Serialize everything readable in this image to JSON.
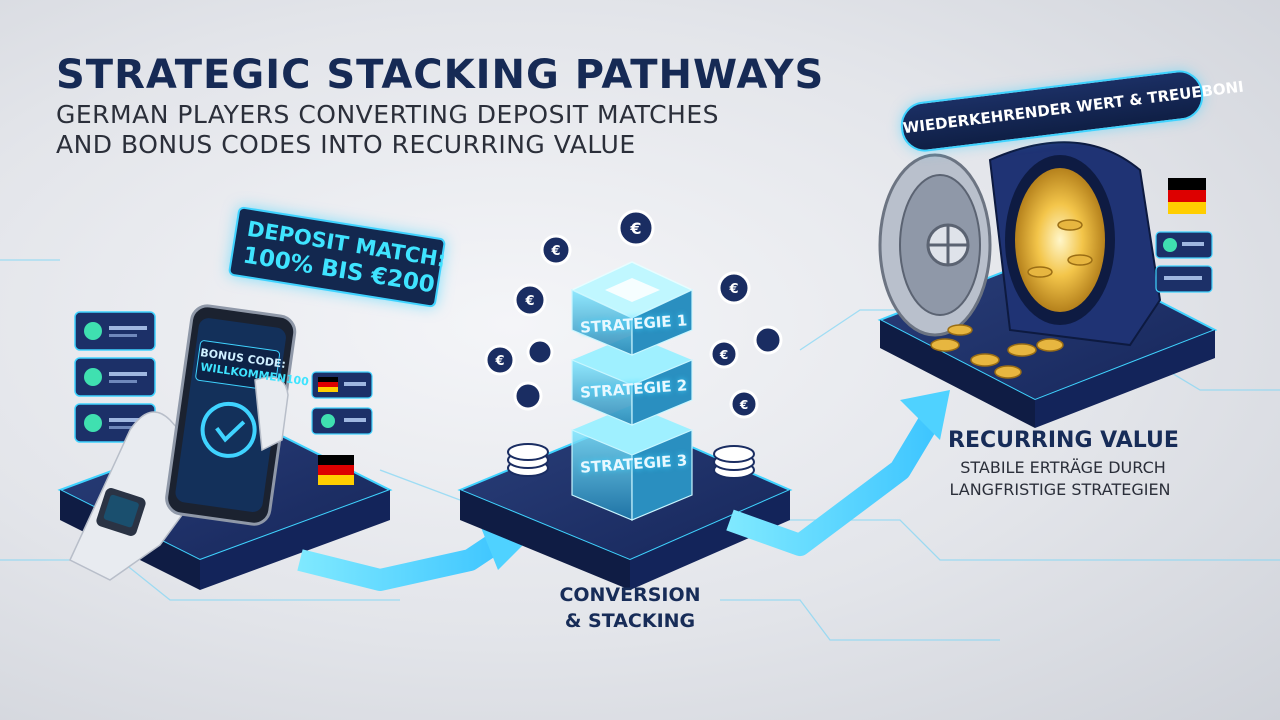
{
  "header": {
    "title": "STRATEGIC STACKING PATHWAYS",
    "subtitle_line1": "GERMAN PLAYERS CONVERTING DEPOSIT MATCHES",
    "subtitle_line2": "AND BONUS CODES INTO RECURRING VALUE"
  },
  "stage1": {
    "deposit_line1": "DEPOSIT MATCH:",
    "deposit_line2": "100% BIS €200",
    "phone_bonus_label": "BONUS CODE:",
    "phone_bonus_code": "WILLKOMMEN100"
  },
  "stage2": {
    "tiers": [
      "STRATEGIE 1",
      "STRATEGIE 2",
      "STRATEGIE 3"
    ],
    "label_line1": "CONVERSION",
    "label_line2": "& STACKING"
  },
  "stage3": {
    "banner": "WIEDERKEHRENDER WERT & TREUEBONI",
    "title": "RECURRING VALUE",
    "desc_line1": "STABILE ERTRÄGE DURCH",
    "desc_line2": "LANGFRISTIGE STRATEGIEN"
  },
  "icons": {
    "euro": "€"
  },
  "colors": {
    "navy": "#162a55",
    "platform": "#1a2d62",
    "cyan": "#3fd3ff",
    "gold": "#e7b640",
    "flag_black": "#000000",
    "flag_red": "#dd0000",
    "flag_gold": "#ffce00"
  }
}
